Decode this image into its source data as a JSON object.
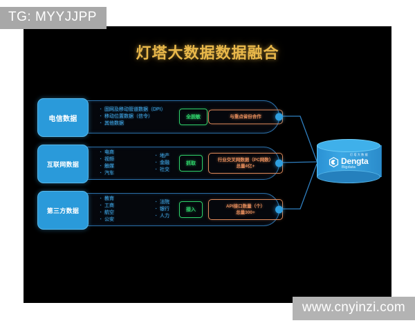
{
  "watermarks": {
    "top": "TG: MYYJJPP",
    "bottom": "www.cnyinzi.com"
  },
  "slide": {
    "title": "灯塔大数据数据融合",
    "title_color": "#e9b84a",
    "background_color": "#000000",
    "accent_blue": "#2a9ada",
    "accent_green": "#2fd16a",
    "accent_orange": "#e08a5a"
  },
  "rows": [
    {
      "label": "电信数据",
      "bullet_columns": [
        [
          "固网及移动管道数据（DPI）",
          "移动位置数据（信令）",
          "其他数据"
        ]
      ],
      "green_tag": "全脱敏",
      "orange_tag": "与重点省份合作"
    },
    {
      "label": "互联网数据",
      "bullet_columns": [
        [
          "电商",
          "视频",
          "触媒",
          "汽车"
        ],
        [
          "地产",
          "金融",
          "社交"
        ]
      ],
      "green_tag": "抓取",
      "orange_tag": "行业交叉网数据（PC网数）\n总量4亿+"
    },
    {
      "label": "第三方数据",
      "bullet_columns": [
        [
          "教育",
          "工商",
          "航空",
          "公安"
        ],
        [
          "法院",
          "银行",
          "人力"
        ]
      ],
      "green_tag": "接入",
      "orange_tag": "API接口数量（个）\n总量300+"
    }
  ],
  "database": {
    "logo_cn": "灯塔大数据",
    "logo_main": "Dengta",
    "logo_sub": "Bigdata"
  }
}
